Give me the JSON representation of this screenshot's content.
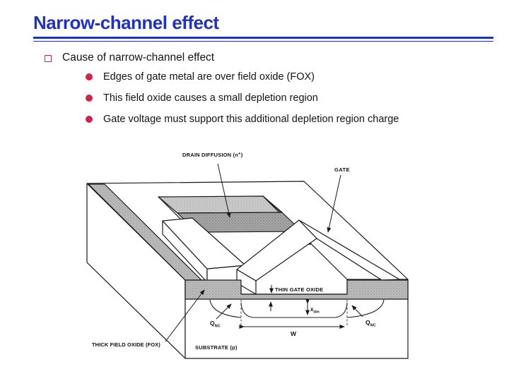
{
  "slide": {
    "title": "Narrow-channel effect",
    "accent_color": "#2133be",
    "bullet_color": "#cc2148",
    "heading": "Cause of narrow-channel effect",
    "items": [
      "Edges of gate metal are over field oxide (FOX)",
      "This field oxide causes a small depletion region",
      "Gate voltage must support this additional depletion region charge"
    ]
  },
  "diagram": {
    "labels": {
      "drain_pre": "DRAIN DIFFUSION (n",
      "drain_sup": "+",
      "drain_post": ")",
      "gate": "GATE",
      "thin_oxide": "THIN GATE OXIDE",
      "x_main": "x",
      "x_sub": "dm",
      "q_main": "Q",
      "q_sub": "NC",
      "width": "W",
      "substrate": "SUBSTRATE (p)",
      "fox": "THICK FIELD OXIDE (FOX)"
    }
  }
}
